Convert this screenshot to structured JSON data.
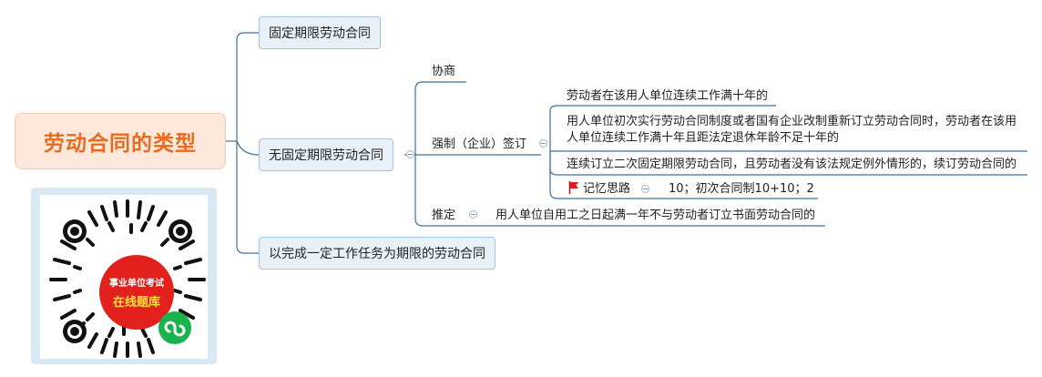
{
  "root": {
    "label": "劳动合同的类型"
  },
  "branches": {
    "fixed": {
      "label": "固定期限劳动合同"
    },
    "open": {
      "label": "无固定期限劳动合同",
      "children": {
        "negotiate": {
          "label": "协商"
        },
        "forced": {
          "label": "强制（企业）签订",
          "conditions": [
            "劳动者在该用人单位连续工作满十年的",
            "用人单位初次实行劳动合同制度或者国有企业改制重新订立劳动合同时，劳动者在该用人单位连续工作满十年且距法定退休年龄不足十年的",
            "连续订立二次固定期限劳动合同，且劳动者没有该法规定例外情形的，续订劳动合同的"
          ],
          "memory": {
            "label": "记忆思路",
            "value": "10；初次合同制10+10；2"
          }
        },
        "presumed": {
          "label": "推定",
          "detail": "用人单位自用工之日起满一年不与劳动者订立书面劳动合同的"
        }
      }
    },
    "task": {
      "label": "以完成一定工作任务为期限的劳动合同"
    }
  },
  "qr": {
    "line1": "事业单位考试",
    "line2": "在线题库"
  },
  "colors": {
    "root_text": "#ec6a1e",
    "root_bg": "#fde9dc",
    "topic_bg": "#e9f1f8",
    "line": "#3f6f99",
    "flag": "#e02020"
  }
}
